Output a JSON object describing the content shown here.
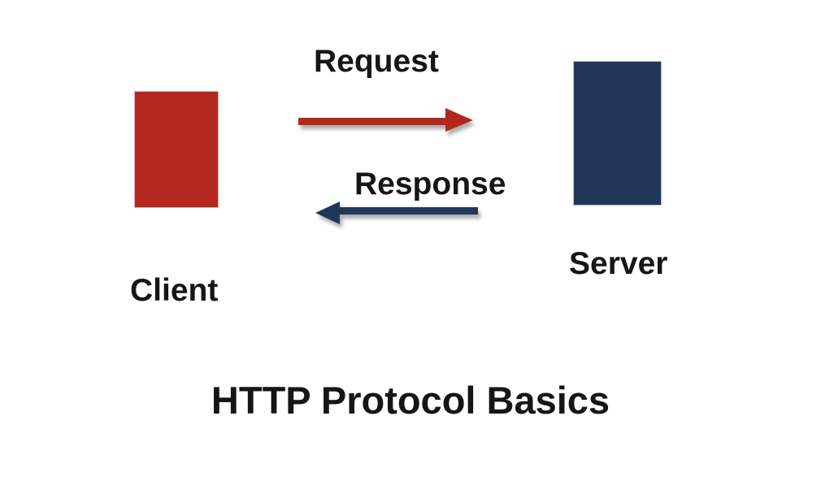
{
  "diagram": {
    "title": "HTTP Protocol Basics",
    "client_label": "Client",
    "server_label": "Server",
    "request_label": "Request",
    "response_label": "Response"
  },
  "icons": {
    "request_arrow": "right-arrow-icon",
    "response_arrow": "left-arrow-icon"
  },
  "colors": {
    "client_box": "#b2281e",
    "server_box": "#21375a",
    "request_arrow": "#b2281e",
    "response_arrow": "#21375a",
    "text": "#161616",
    "background": "#ffffff"
  }
}
